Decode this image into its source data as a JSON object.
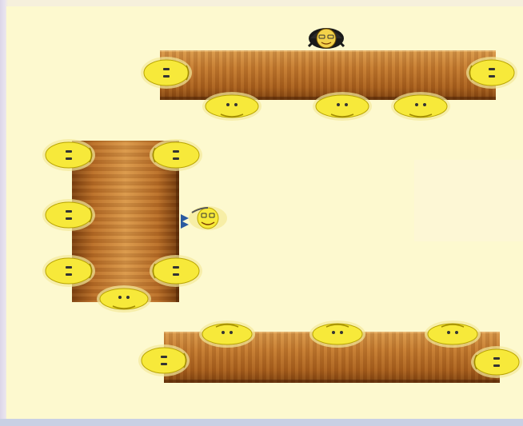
{
  "scene": {
    "colors": {
      "background": "#fdf9cf",
      "smiley": "#f7e93a",
      "wood_light": "#d99a4c",
      "wood_dark": "#7a3f0f"
    },
    "top_table": {
      "seats": [
        {
          "icon": "smiley-face-icon",
          "side": "left"
        },
        {
          "icon": "smiley-face-icon",
          "side": "right"
        },
        {
          "icon": "smiley-face-icon",
          "side": "bottom"
        },
        {
          "icon": "smiley-face-icon",
          "side": "bottom"
        },
        {
          "icon": "smiley-face-icon",
          "side": "bottom"
        }
      ],
      "occupant": "teacher-icon"
    },
    "left_table": {
      "seats": [
        {
          "icon": "smiley-face-icon",
          "side": "left"
        },
        {
          "icon": "smiley-face-icon",
          "side": "right"
        },
        {
          "icon": "smiley-face-icon",
          "side": "left"
        },
        {
          "icon": "smiley-face-icon",
          "side": "left"
        },
        {
          "icon": "smiley-face-icon",
          "side": "right"
        },
        {
          "icon": "smiley-face-icon",
          "side": "bottom"
        }
      ],
      "occupant": "teacher-helper-icon"
    },
    "bottom_table": {
      "seats": [
        {
          "icon": "smiley-face-icon",
          "side": "top"
        },
        {
          "icon": "smiley-face-icon",
          "side": "top"
        },
        {
          "icon": "smiley-face-icon",
          "side": "top"
        },
        {
          "icon": "smiley-face-icon",
          "side": "left"
        },
        {
          "icon": "smiley-face-icon",
          "side": "right"
        }
      ]
    }
  }
}
